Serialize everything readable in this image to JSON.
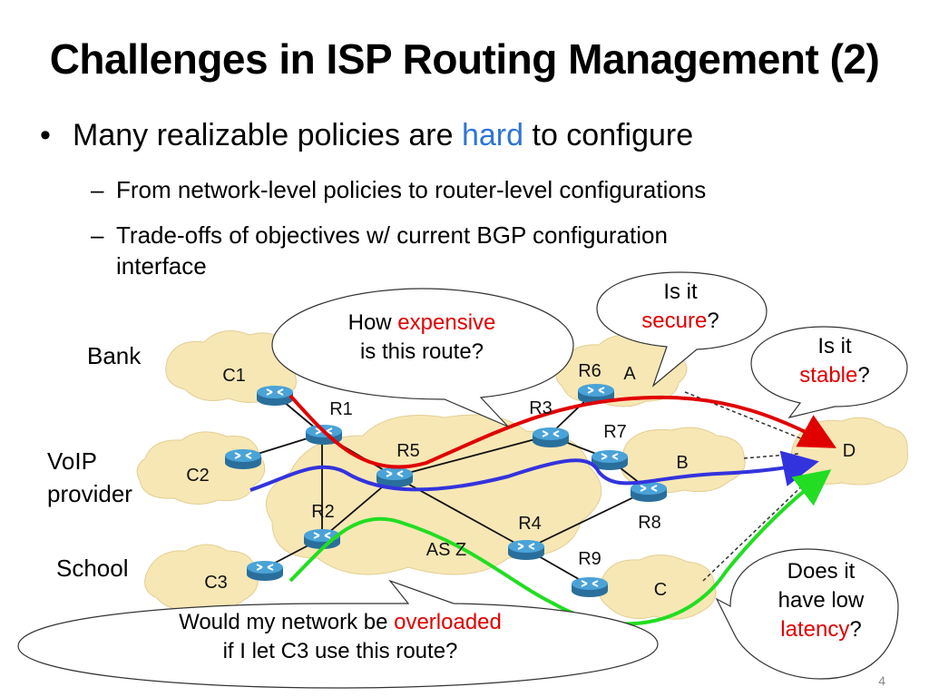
{
  "title": "Challenges in ISP Routing Management (2)",
  "bullet": {
    "prefix": "Many realizable policies are ",
    "highlight": "hard",
    "suffix": " to configure"
  },
  "subbullets": [
    {
      "line1": "From network-level policies to router-level configurations"
    },
    {
      "line1": "Trade-offs of objectives w/ current BGP configuration",
      "line2": "interface"
    }
  ],
  "side_labels": {
    "bank": "Bank",
    "voip_1": "VoIP",
    "voip_2": "provider",
    "school": "School"
  },
  "clouds": {
    "c1": "C1",
    "c2": "C2",
    "c3": "C3",
    "a": "A",
    "b": "B",
    "c": "C",
    "d": "D",
    "asz": "AS Z"
  },
  "routers": {
    "r1": "R1",
    "r2": "R2",
    "r3": "R3",
    "r4": "R4",
    "r5": "R5",
    "r6": "R6",
    "r7": "R7",
    "r8": "R8",
    "r9": "R9"
  },
  "bubbles": {
    "expensive": {
      "pre": "How ",
      "hl": "expensive",
      "line2": "is this route?"
    },
    "secure": {
      "line1": "Is it",
      "hl": "secure",
      "post": "?"
    },
    "stable": {
      "line1": "Is it",
      "hl": "stable",
      "post": "?"
    },
    "latency": {
      "line1": "Does it",
      "line2": "have low",
      "hl": "latency",
      "post": "?"
    },
    "overloaded": {
      "pre": "Would my network be ",
      "hl": "overloaded",
      "line2": "if I let C3 use this route?"
    }
  },
  "page_number": "4",
  "colors": {
    "accent_blue": "#2e74d6",
    "accent_red": "#e00000",
    "cloud_fill": "#f7e7b5",
    "router_blue": "#3a8fc4"
  }
}
